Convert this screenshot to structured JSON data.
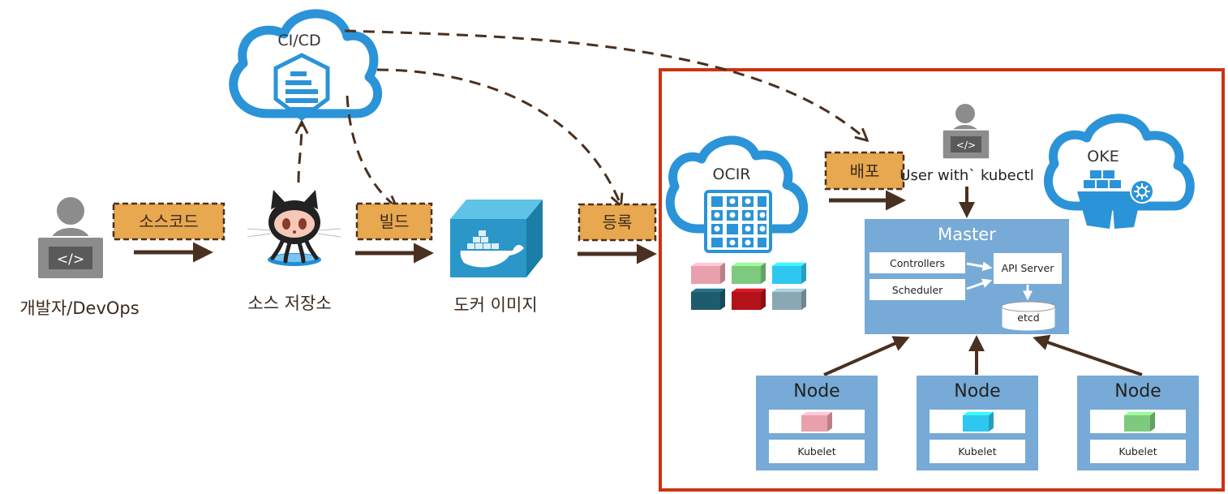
{
  "nodes": {
    "developer_label": "개발자/DevOps",
    "repo_label": "소스 저장소",
    "image_label": "도커 이미지",
    "cicd_label": "CI/CD",
    "ocir_label": "OCIR",
    "oke_label": "OKE",
    "user_label": "User with` kubectl"
  },
  "tags": {
    "source_code": "소스코드",
    "build": "빌드",
    "register": "등록",
    "deploy": "배포"
  },
  "master": {
    "title": "Master",
    "controllers": "Controllers",
    "scheduler": "Scheduler",
    "api_server": "API Server",
    "etcd": "etcd"
  },
  "worker_nodes": [
    {
      "title": "Node",
      "kubelet": "Kubelet",
      "container_color": "#e8a0ad"
    },
    {
      "title": "Node",
      "kubelet": "Kubelet",
      "container_color": "#2ec7f0"
    },
    {
      "title": "Node",
      "kubelet": "Kubelet",
      "container_color": "#7dc97d"
    }
  ],
  "registry_containers": [
    "#e8a0ad",
    "#7dc97d",
    "#2ec7f0",
    "#1f5b6e",
    "#b3121a",
    "#8aa8b3"
  ],
  "colors": {
    "cloud_blue": "#2b93d8",
    "tag_fill": "#e8a850",
    "arrow_brown": "#4a3020",
    "frame_red": "#cc3311",
    "panel_blue": "#77aad6"
  }
}
